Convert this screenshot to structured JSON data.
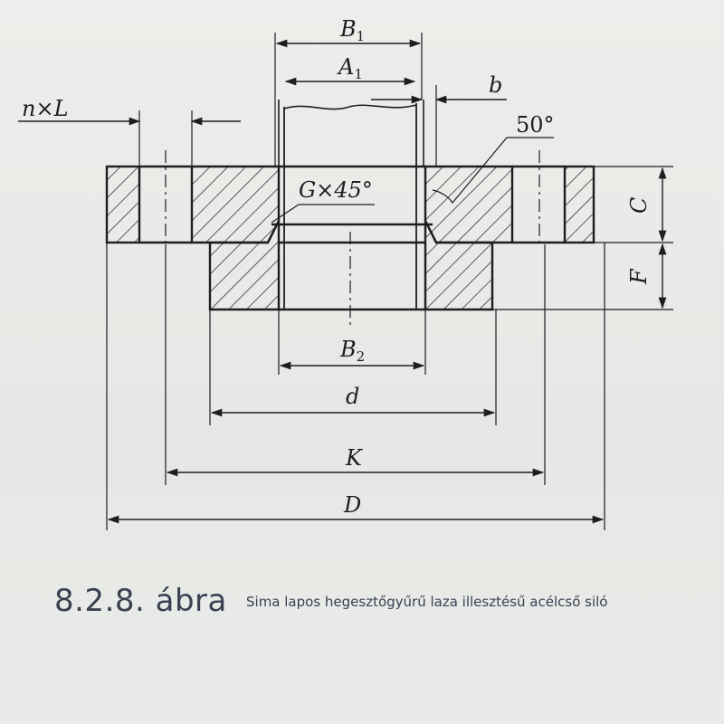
{
  "labels": {
    "B1": "B",
    "B1_sub": "1",
    "A1": "A",
    "A1_sub": "1",
    "b": "b",
    "nL": "n×L",
    "angle": "50°",
    "chamfer": "G×45°",
    "C": "C",
    "F": "F",
    "B2": "B",
    "B2_sub": "2",
    "d": "d",
    "K": "K",
    "D": "D"
  },
  "caption": {
    "number": "8.2.8. ábra",
    "text": "Sima lapos hegesztőgyűrű laza illesztésű acélcső siló"
  },
  "colors": {
    "ink": "#1d1d22",
    "caption": "#3b3f52",
    "paper": "#e9ebe8"
  }
}
